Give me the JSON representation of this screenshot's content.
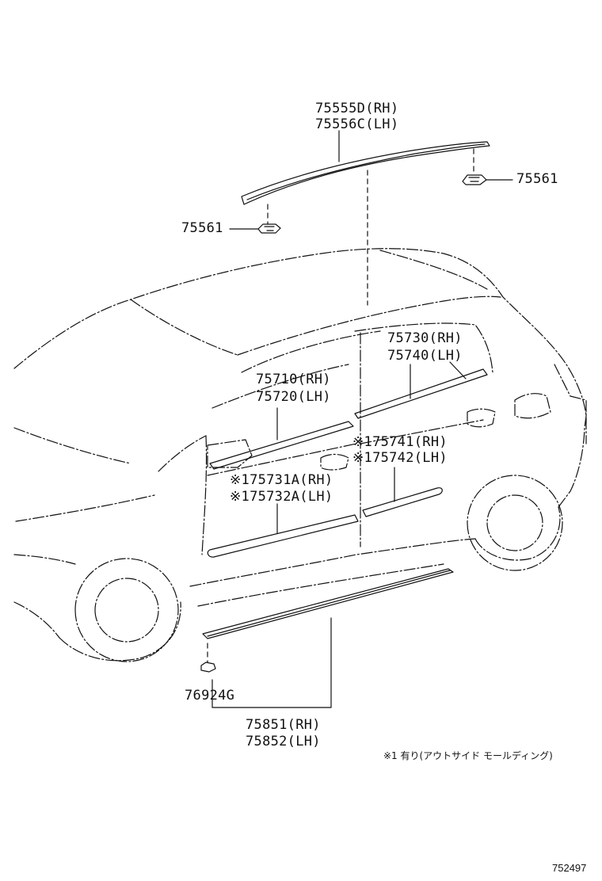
{
  "parts": {
    "roof_rail": [
      "75555D(RH)",
      "75556C(LH)"
    ],
    "roof_clip_right": "75561",
    "roof_clip_left": "75561",
    "rear_window_belt": [
      "75730(RH)",
      "75740(LH)"
    ],
    "front_window_belt": [
      "75710(RH)",
      "75720(LH)"
    ],
    "rear_door_molding": [
      "※175741(RH)",
      "※175742(LH)"
    ],
    "front_door_molding": [
      "※175731A(RH)",
      "※175732A(LH)"
    ],
    "rocker_clip": "76924G",
    "rocker_molding": [
      "75851(RH)",
      "75852(LH)"
    ]
  },
  "footnote": "※1 有り(アウトサイド モールディング)",
  "diagram_id": "752497"
}
